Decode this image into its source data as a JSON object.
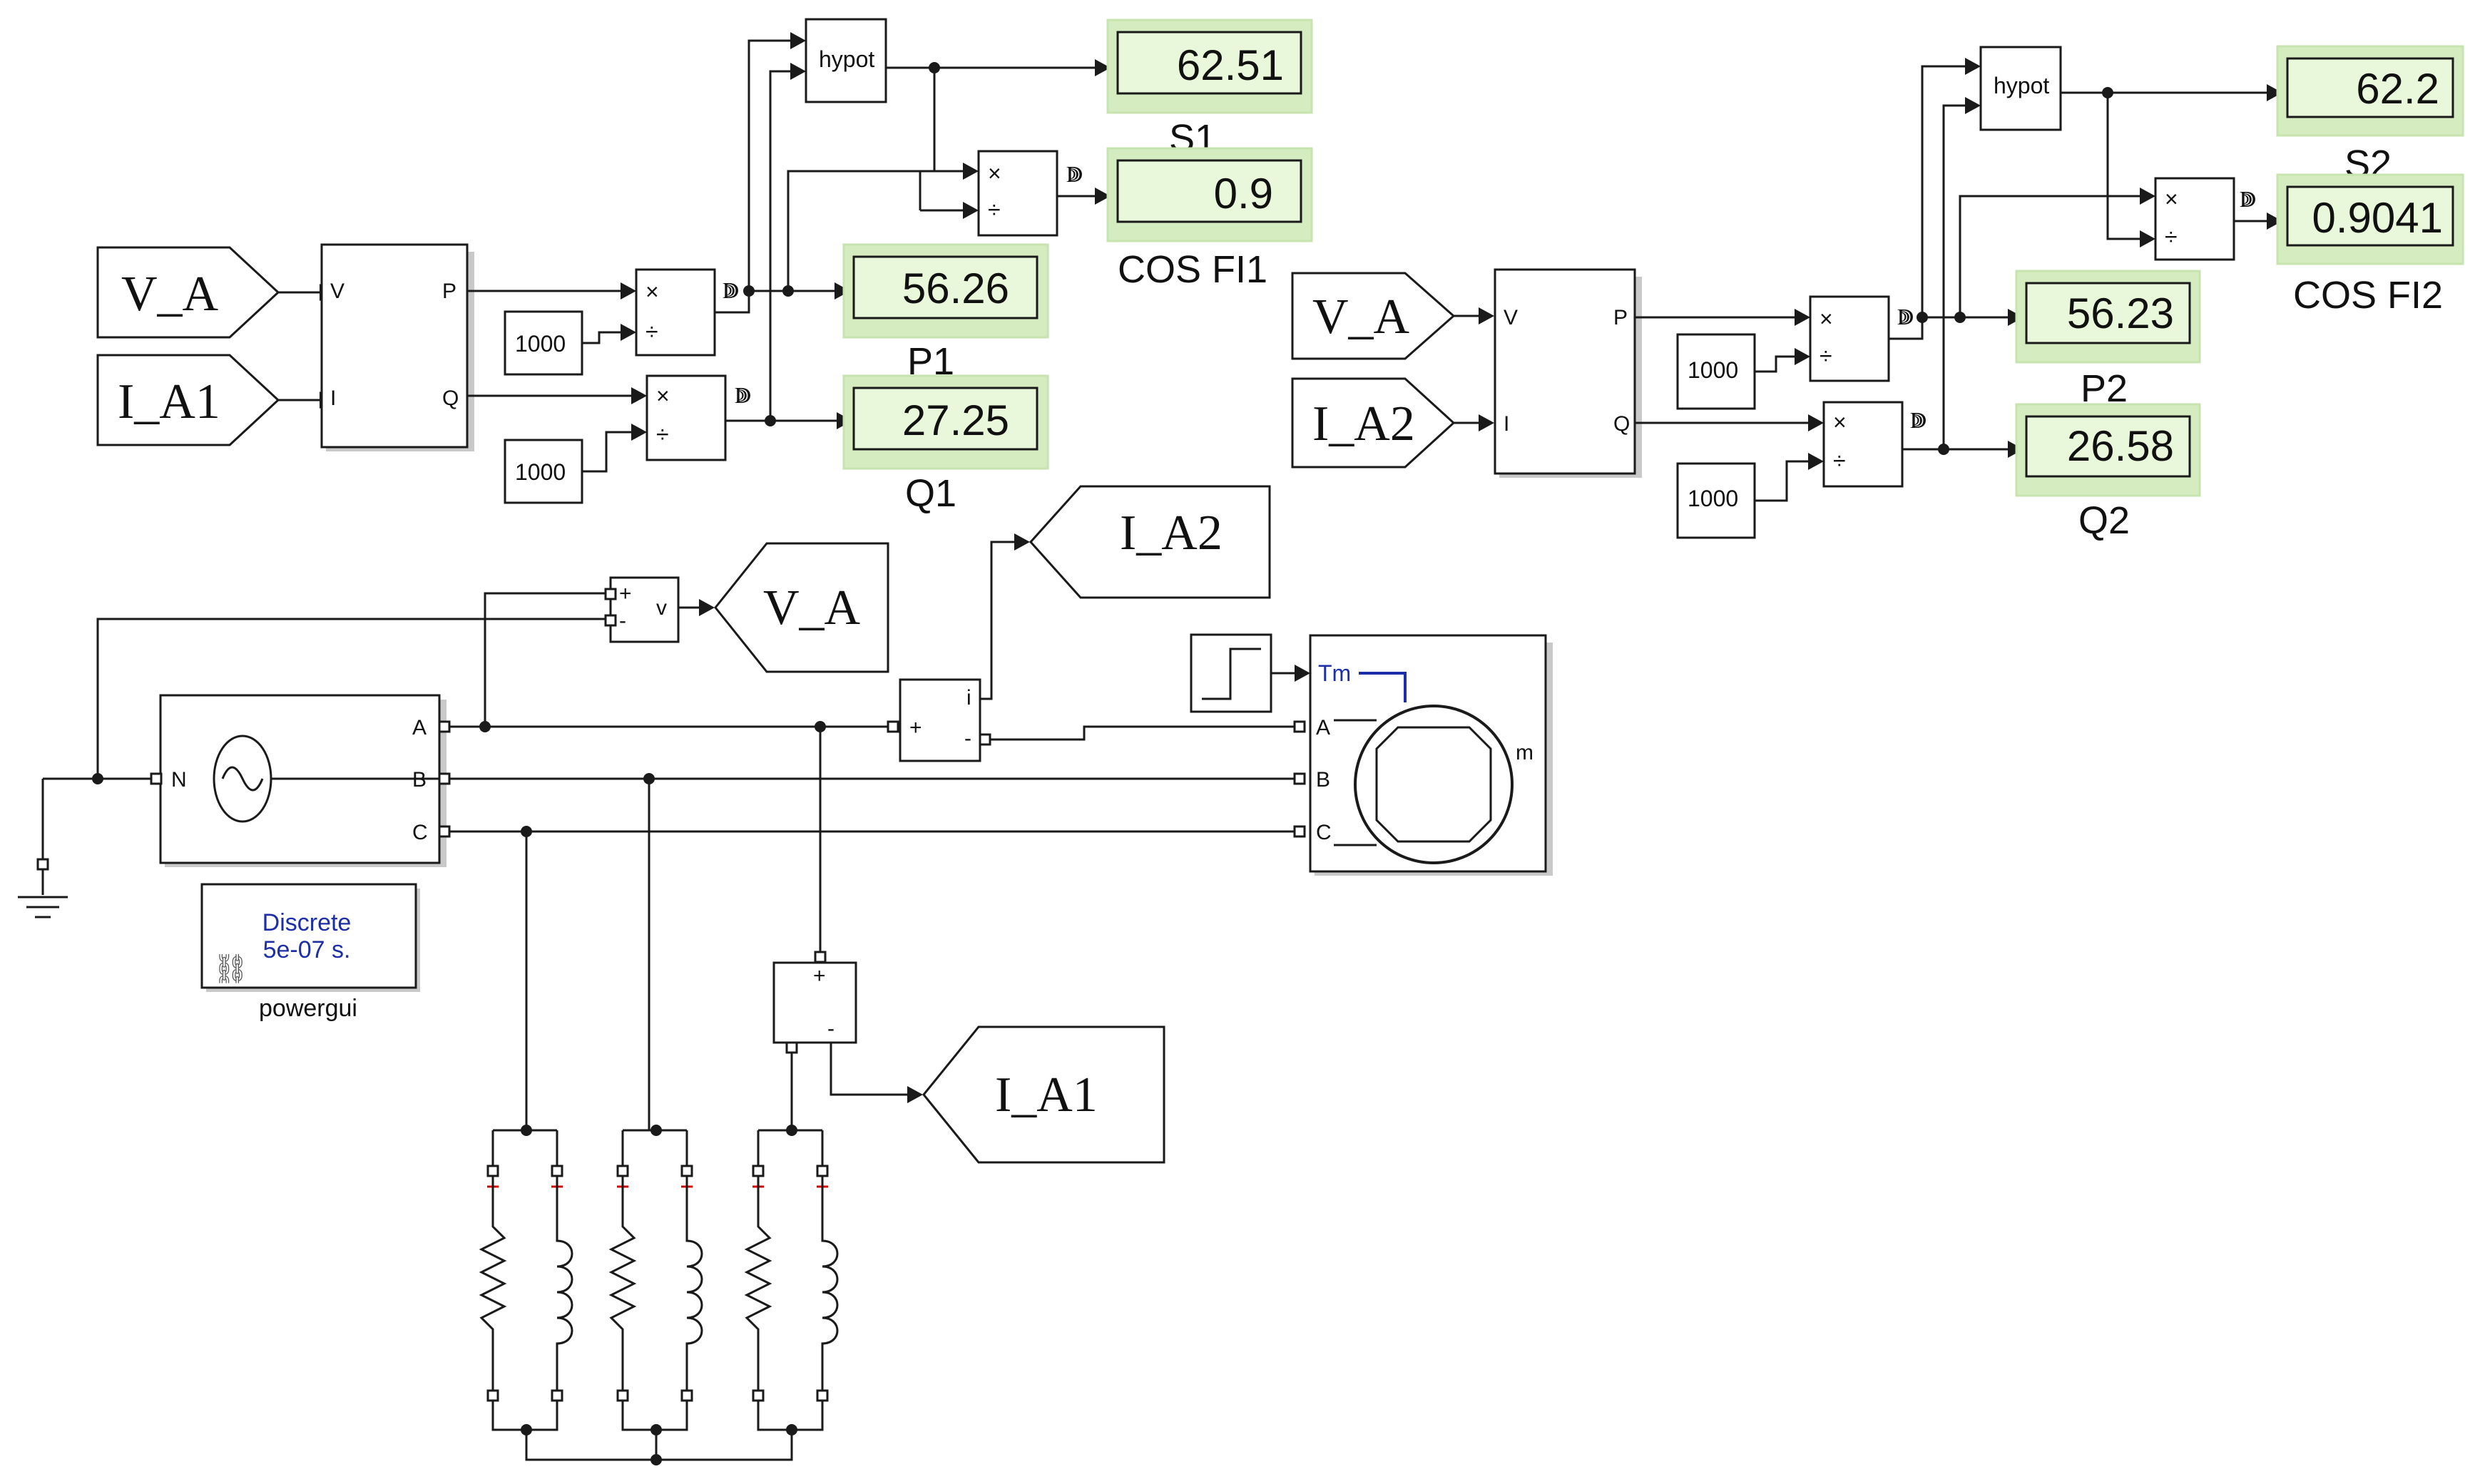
{
  "colors": {
    "display_fill": "#d4ecc0",
    "display_inner": "#e9f7da",
    "powergui_text": "#1c2fa8",
    "tm_line": "#1c2fa8",
    "polarity_mark": "#d40000"
  },
  "measurement_1": {
    "goto_voltage": "V_A",
    "goto_current": "I_A1",
    "pq_ports": {
      "in_v": "V",
      "in_i": "I",
      "out_p": "P",
      "out_q": "Q"
    },
    "divisor_p": "1000",
    "divisor_q": "1000",
    "hypot_label": "hypot",
    "product_mult": "×",
    "product_div": "÷",
    "displays": [
      {
        "value": "62.51",
        "label": "S1"
      },
      {
        "value": "0.9",
        "label": "COS FI1"
      },
      {
        "value": "56.26",
        "label": "P1"
      },
      {
        "value": "27.25",
        "label": "Q1"
      }
    ]
  },
  "measurement_2": {
    "goto_voltage": "V_A",
    "goto_current": "I_A2",
    "pq_ports": {
      "in_v": "V",
      "in_i": "I",
      "out_p": "P",
      "out_q": "Q"
    },
    "divisor_p": "1000",
    "divisor_q": "1000",
    "hypot_label": "hypot",
    "product_mult": "×",
    "product_div": "÷",
    "displays": [
      {
        "value": "62.2",
        "label": "S2"
      },
      {
        "value": "0.9041",
        "label": "COS FI2"
      },
      {
        "value": "56.23",
        "label": "P2"
      },
      {
        "value": "26.58",
        "label": "Q2"
      }
    ]
  },
  "circuit": {
    "source_ports": {
      "n": "N",
      "a": "A",
      "b": "B",
      "c": "C"
    },
    "voltage_meter": {
      "plus": "+",
      "minus": "-",
      "out": "v"
    },
    "voltage_tag": "V_A",
    "current_meter_2": {
      "plus": "+",
      "minus": "-",
      "out": "i"
    },
    "current_tag_2": "I_A2",
    "current_meter_1": {
      "plus": "+",
      "minus": "-"
    },
    "current_tag_1": "I_A1",
    "machine_ports": {
      "tm": "Tm",
      "a": "A",
      "b": "B",
      "c": "C",
      "m": "m"
    },
    "powergui": {
      "line1": "Discrete",
      "line2": "5e-07 s.",
      "caption": "powergui"
    }
  }
}
